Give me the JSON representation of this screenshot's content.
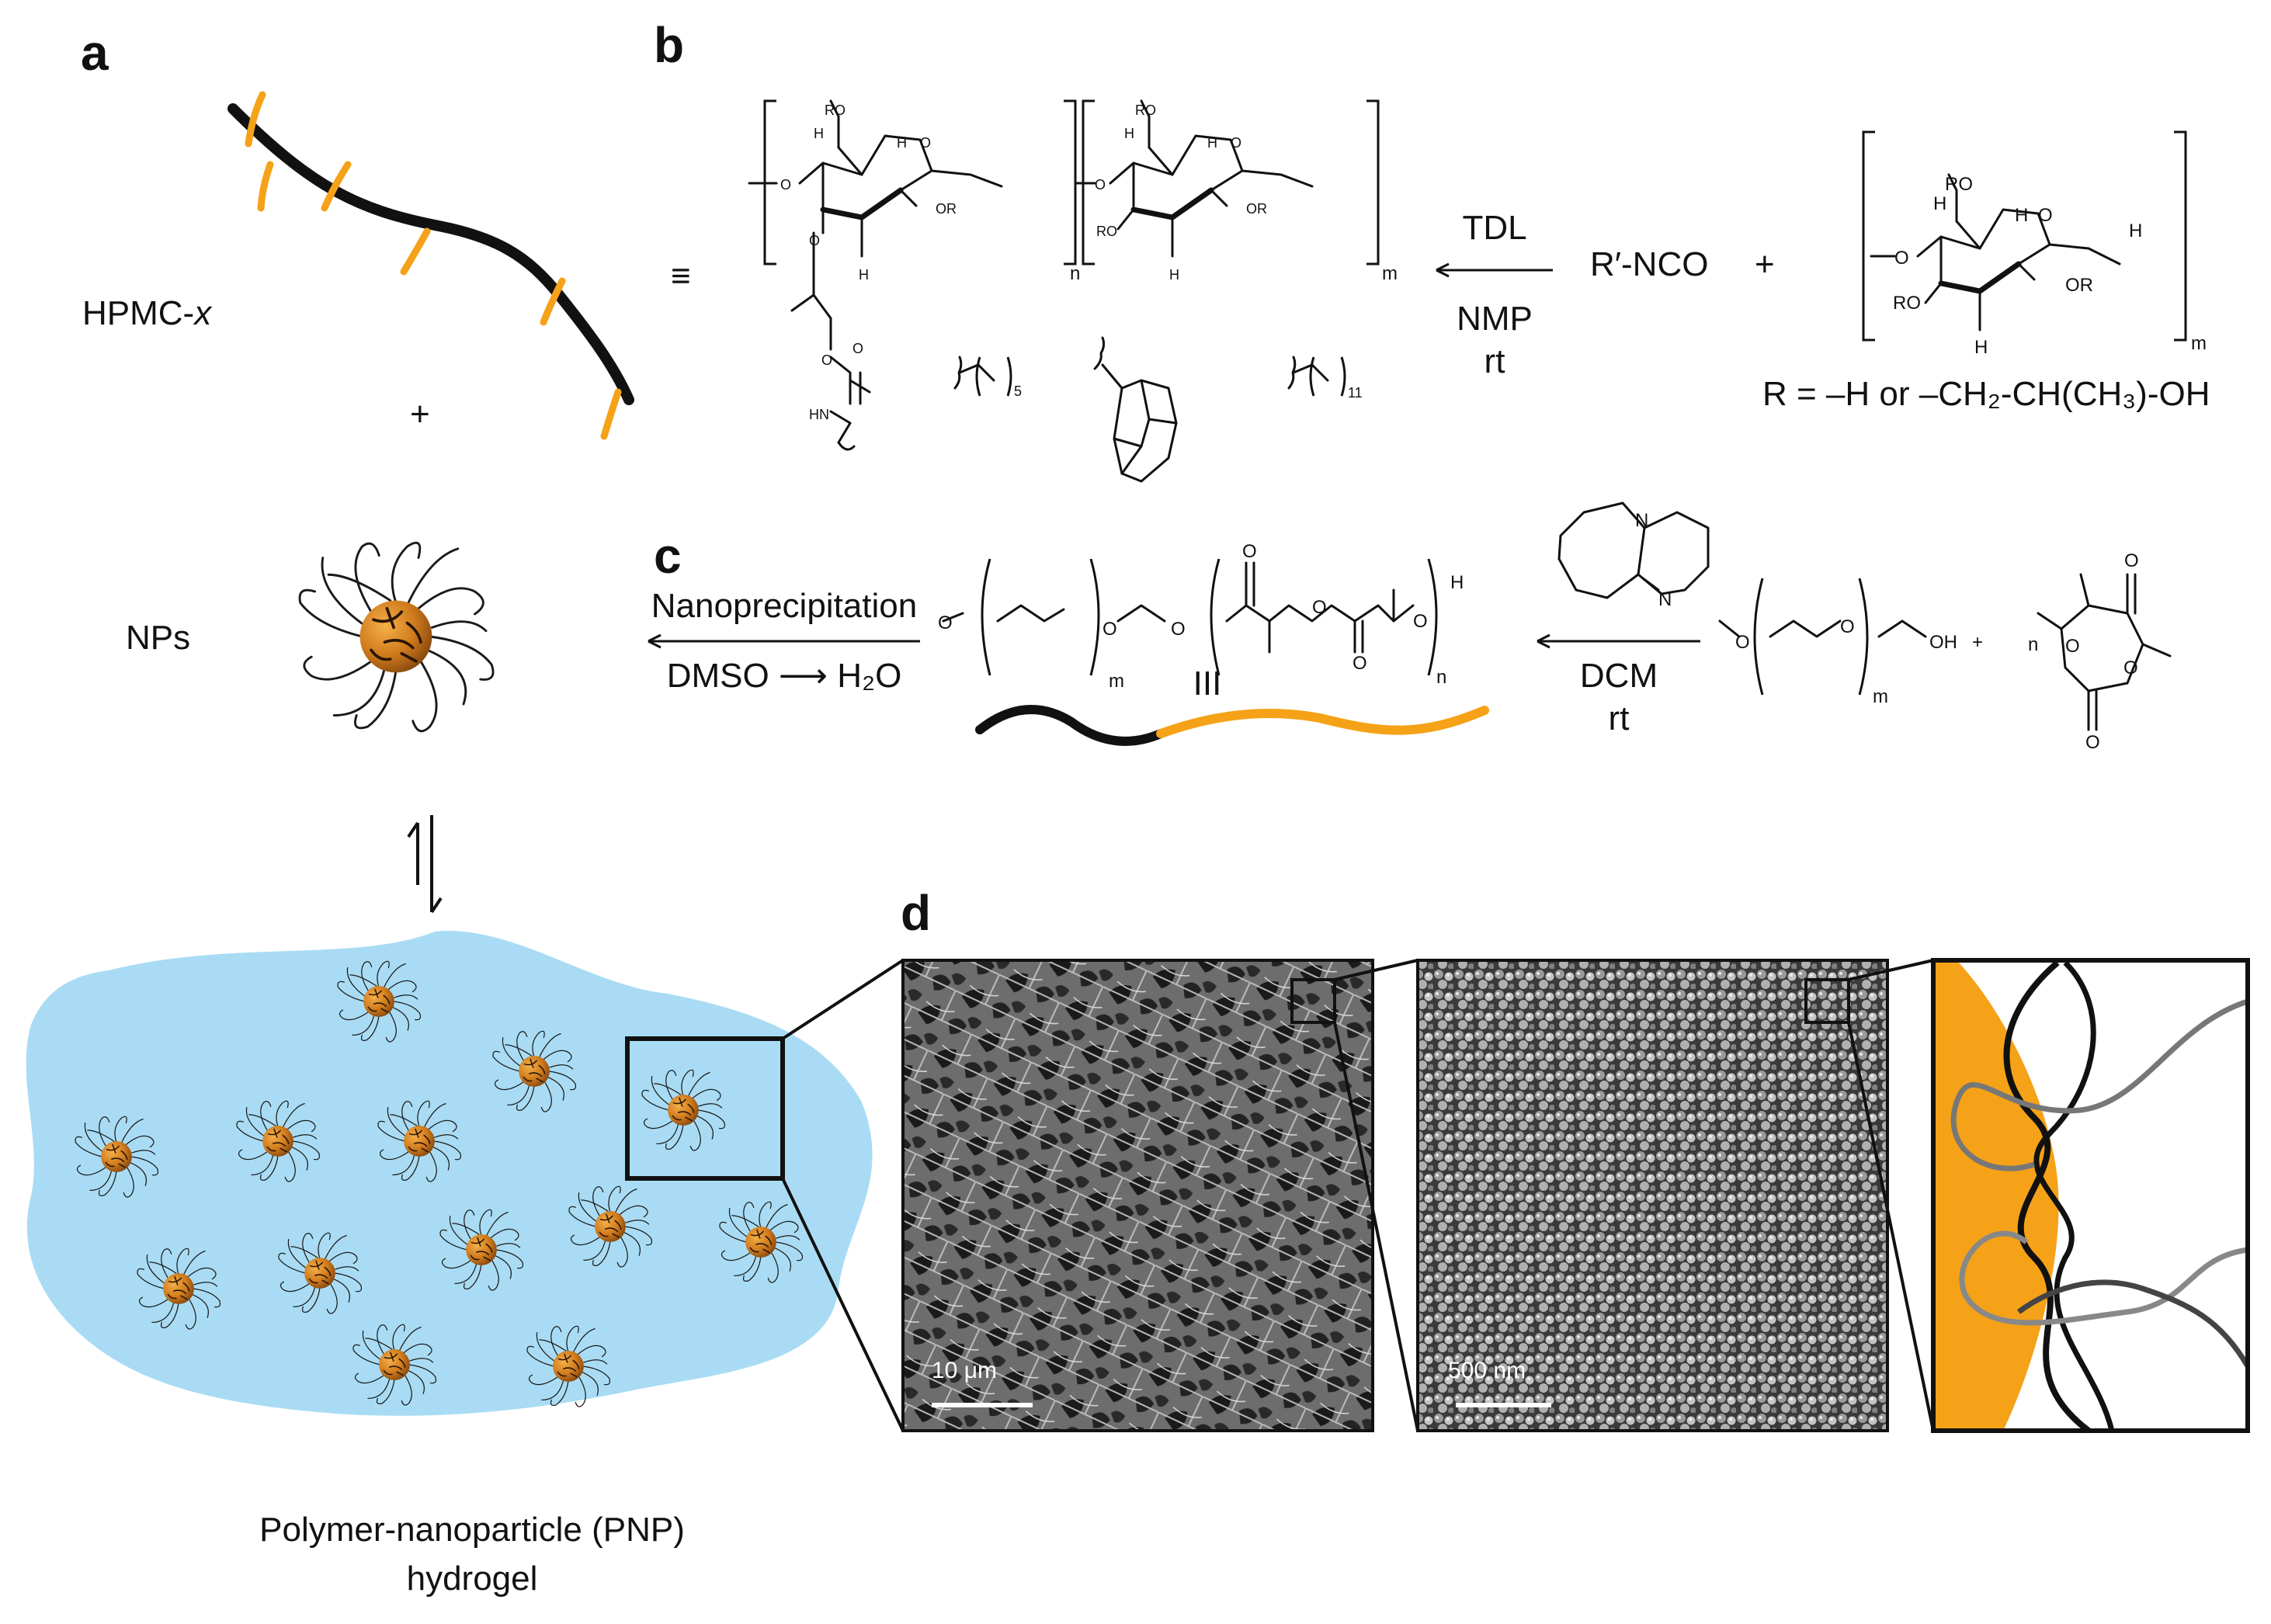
{
  "panel_labels": {
    "a": "a",
    "b": "b",
    "c": "c",
    "d": "d"
  },
  "panel_a": {
    "hpmc_label": "HPMC-",
    "hpmc_italic": "x",
    "plus": "+",
    "nps_label": "NPs",
    "hydrogel_line1": "Polymer-nanoparticle (PNP)",
    "hydrogel_line2": "hydrogel"
  },
  "panel_b": {
    "equiv": "≡",
    "reagent": "R′-NCO",
    "plus": "+",
    "above_arrow": "TDL",
    "below_arrow_1": "NMP",
    "below_arrow_2": "rt",
    "r_definition": "R = –H or –CH₂-CH(CH₃)-OH",
    "atom_RO": "RO",
    "atom_OR": "OR",
    "atom_O": "O",
    "atom_H": "H",
    "atom_HN": "HN",
    "sub_n": "n",
    "sub_m": "m",
    "sub_5": "5",
    "sub_11": "11"
  },
  "panel_c": {
    "above_arrow_left": "Nanoprecipitation",
    "below_arrow_left": "DMSO ⟶ H₂O",
    "compound_number": "III",
    "above_arrow_right_catalyst": "DBU",
    "below_arrow_right_1": "DCM",
    "below_arrow_right_2": "rt",
    "plus": "+",
    "atom_N": "N",
    "atom_O": "O",
    "atom_OH": "OH",
    "atom_H": "H",
    "sub_m": "m",
    "sub_n": "n"
  },
  "panel_d": {
    "scale_bar_1": "10 μm",
    "scale_bar_2": "500 nm"
  },
  "colors": {
    "orange": "#f5a218",
    "hydrogel_blue": "#a9dcf4",
    "nanoparticle_core": "#c8741a",
    "black": "#111111"
  }
}
